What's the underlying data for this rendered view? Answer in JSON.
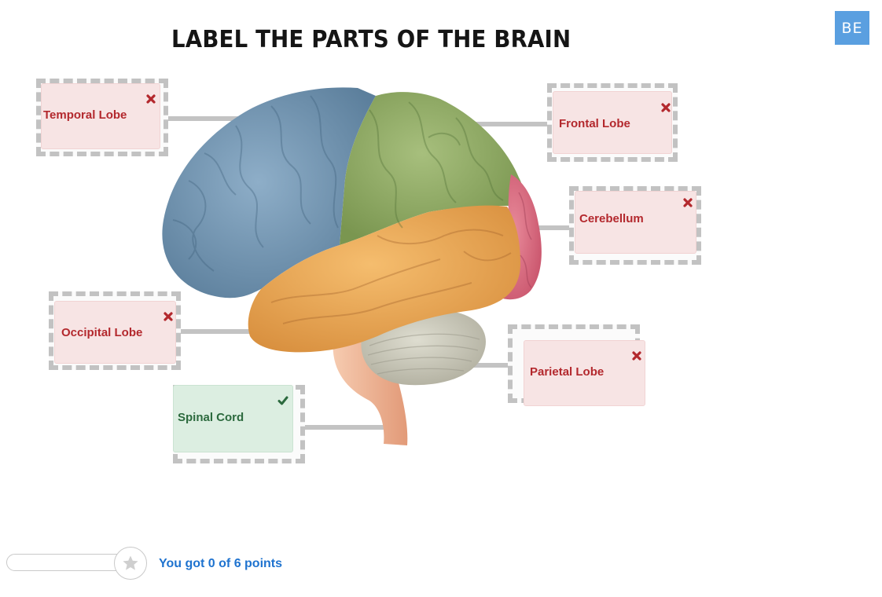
{
  "badge": {
    "text": "BE"
  },
  "title": "LABEL THE PARTS OF THE BRAIN",
  "labels": [
    {
      "id": "temporal",
      "text": "Temporal Lobe",
      "status": "incorrect"
    },
    {
      "id": "frontal",
      "text": "Frontal Lobe",
      "status": "incorrect"
    },
    {
      "id": "cerebellum",
      "text": "Cerebellum",
      "status": "incorrect"
    },
    {
      "id": "occipital",
      "text": "Occipital Lobe",
      "status": "incorrect"
    },
    {
      "id": "parietal",
      "text": "Parietal Lobe",
      "status": "incorrect"
    },
    {
      "id": "spinal",
      "text": "Spinal Cord",
      "status": "correct"
    }
  ],
  "score": {
    "text": "You got 0 of 6 points",
    "earned": 0,
    "total": 6,
    "progress_fraction": 0
  },
  "icons": {
    "incorrect": "x-icon",
    "correct": "check-icon",
    "progress": "star-icon"
  },
  "colors": {
    "badge_blue": "#5a9fe0",
    "incorrect_text": "#b3282d",
    "incorrect_bg": "#f7e4e4",
    "correct_text": "#2c6a3e",
    "correct_bg": "#dceee1",
    "score_text": "#1f73cf",
    "frontal_region": "#6f93b0",
    "parietal_region": "#8ea865",
    "occipital_region": "#d66a7f",
    "temporal_region": "#e8a553",
    "cerebellum_region": "#c4c2b2",
    "brainstem_region": "#efb596"
  }
}
